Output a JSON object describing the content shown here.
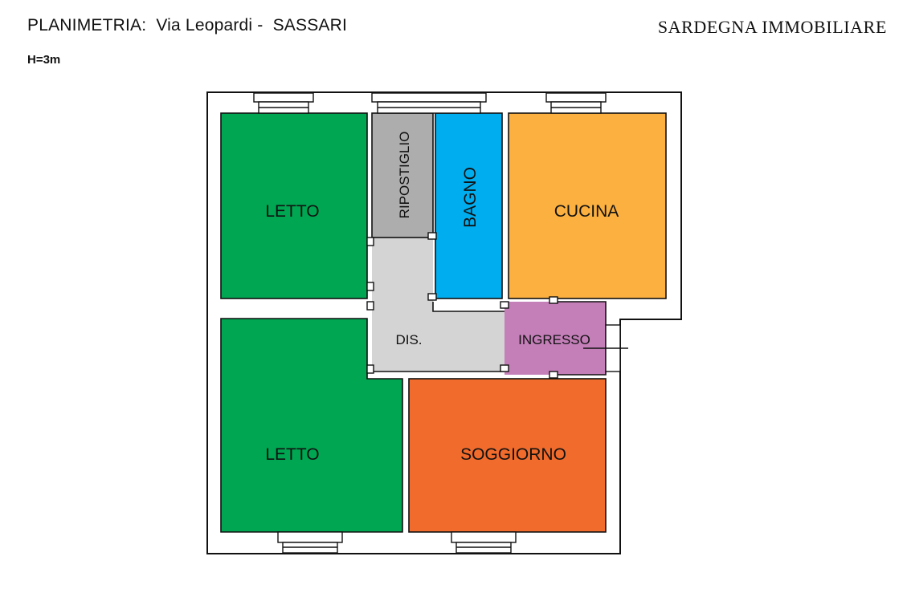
{
  "header": {
    "title": "PLANIMETRIA:  Via Leopardi -  SASSARI",
    "brand": "SARDEGNA IMMOBILIARE",
    "height_note": "H=3m"
  },
  "rooms": {
    "letto_top": "LETTO",
    "ripostiglio": "RIPOSTIGLIO",
    "bagno": "BAGNO",
    "cucina": "CUCINA",
    "disimpegno": "DIS.",
    "ingresso": "INGRESSO",
    "letto_bottom": "LETTO",
    "soggiorno": "SOGGIORNO"
  },
  "colors": {
    "letto": "#00a651",
    "ripostiglio": "#adadad",
    "bagno": "#00aeef",
    "cucina": "#fbb040",
    "disimpegno": "#d4d4d4",
    "ingresso": "#c47fb9",
    "soggiorno": "#f06b2c",
    "wall": "#111111"
  }
}
